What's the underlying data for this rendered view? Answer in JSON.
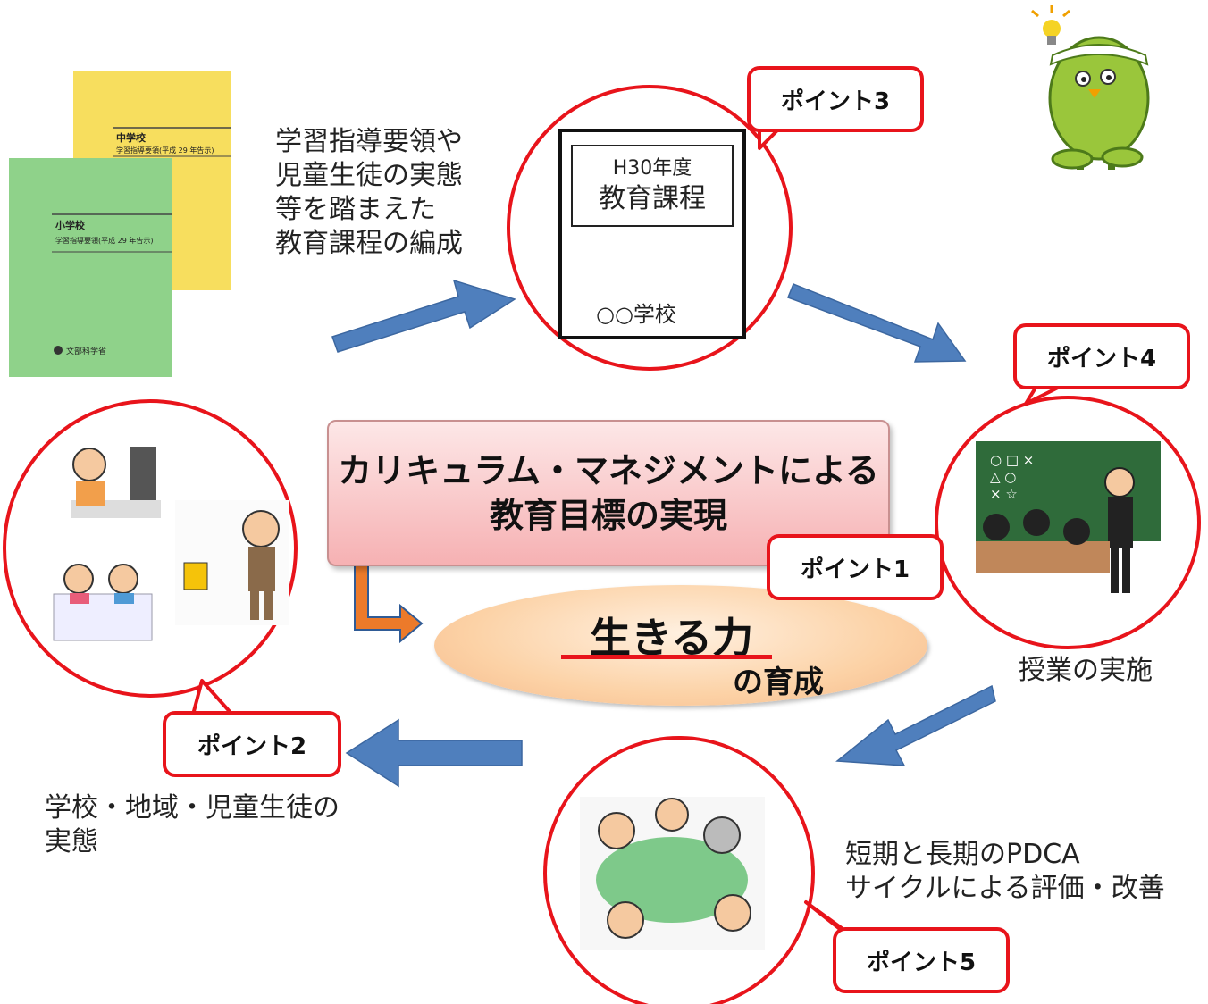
{
  "main": {
    "title_line1": "カリキュラム・マネジメントによる",
    "title_line2": "教育目標の実現"
  },
  "center": {
    "ikiru": "生きる力",
    "ikusei": "の育成"
  },
  "book": {
    "year": "H30年度",
    "title": "教育課程",
    "school": "○○学校"
  },
  "guidebooks": {
    "middle_title": "中学校",
    "middle_sub": "学習指導要領(平成 29 年告示)",
    "elem_title": "小学校",
    "elem_sub": "学習指導要領(平成 29 年告示)",
    "publisher": "文部科学省"
  },
  "texts": {
    "curriculum": "学習指導要領や\n児童生徒の実態\n等を踏まえた\n教育課程の編成",
    "jugyo": "授業の実施",
    "jittai": "学校・地域・児童生徒の\n実態",
    "pdca": "短期と長期のPDCA\nサイクルによる評価・改善"
  },
  "callouts": {
    "p1": "ポイント1",
    "p2": "ポイント2",
    "p3": "ポイント3",
    "p4": "ポイント4",
    "p5": "ポイント5"
  },
  "classroom": {
    "board_symbols": "○ □ ×\n△ ○\n× ☆"
  },
  "colors": {
    "circle_border": "#e8141b",
    "arrow_blue": "#4f7fbd",
    "arrow_orange": "#ec7a2a",
    "underline": "#e8141b"
  }
}
